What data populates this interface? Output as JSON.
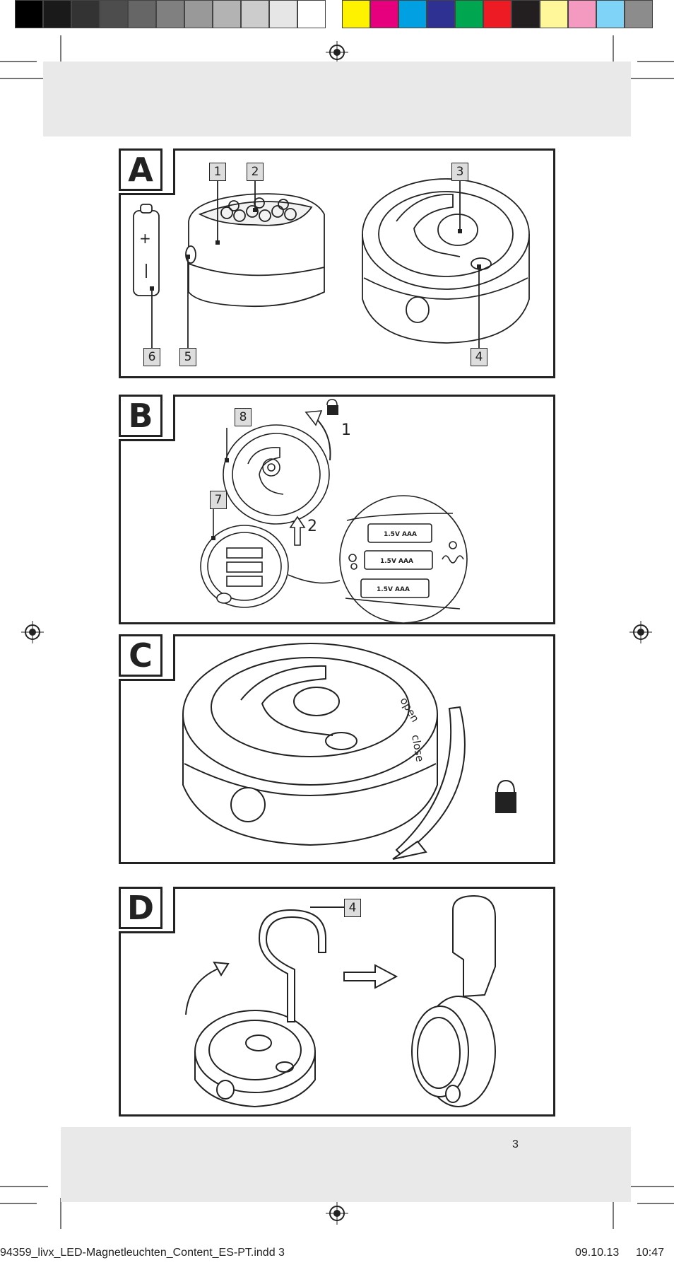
{
  "color_bar": {
    "grays": [
      "#000000",
      "#1a1a1a",
      "#333333",
      "#4d4d4d",
      "#666666",
      "#808080",
      "#999999",
      "#b3b3b3",
      "#cccccc",
      "#e6e6e6",
      "#ffffff"
    ],
    "colors": [
      "#fff200",
      "#e6007e",
      "#00a0e3",
      "#2e3192",
      "#00a650",
      "#ed1c24",
      "#231f20",
      "#fff799",
      "#f49ac1",
      "#7fd3f7",
      "#8c8c8c"
    ]
  },
  "panels": {
    "a": {
      "letter": "A",
      "callouts": [
        "1",
        "2",
        "3",
        "4",
        "5",
        "6"
      ],
      "battery_plus": "+"
    },
    "b": {
      "letter": "B",
      "callouts": [
        "8",
        "7"
      ],
      "step1": "1",
      "step2": "2",
      "battery_labels": [
        "1.5V AAA",
        "1.5V AAA",
        "1.5V AAA"
      ]
    },
    "c": {
      "letter": "C",
      "ring_open": "open",
      "ring_close": "close"
    },
    "d": {
      "letter": "D",
      "callouts": [
        "4"
      ]
    }
  },
  "page_number": "3",
  "footer": {
    "file": "94359_livx_LED-Magnetleuchten_Content_ES-PT.indd   3",
    "date": "09.10.13",
    "time": "10:47"
  }
}
